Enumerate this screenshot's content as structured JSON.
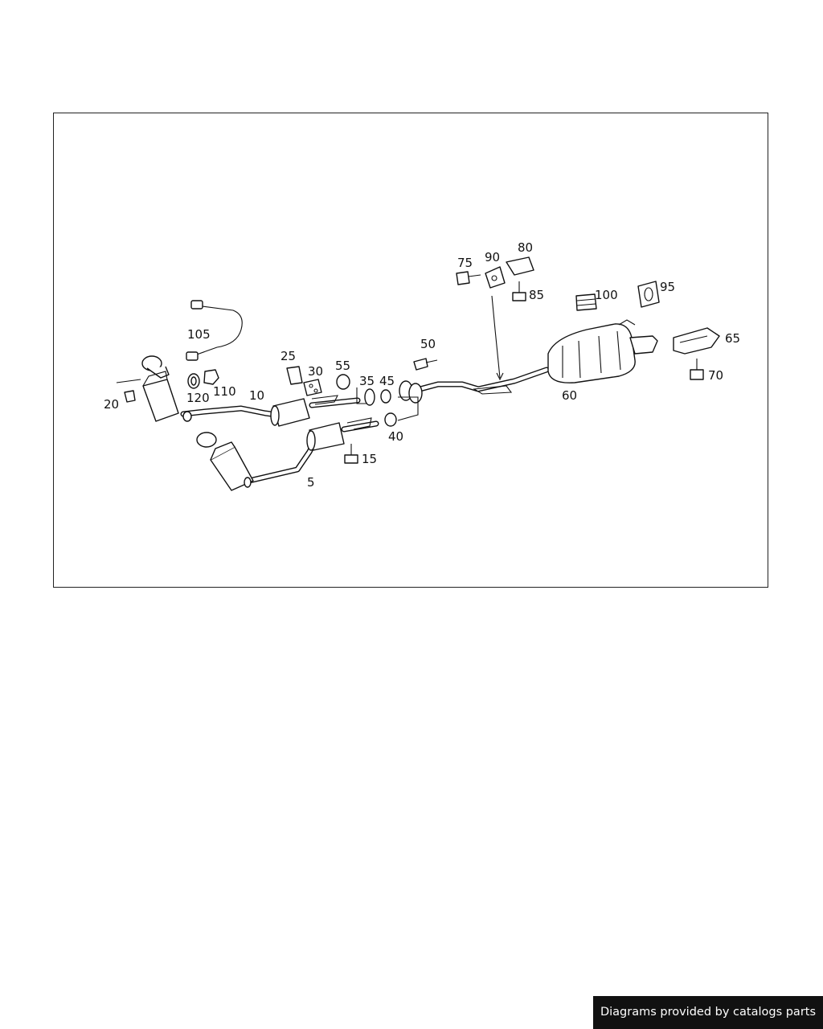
{
  "diagram": {
    "part_labels": [
      "5",
      "10",
      "15",
      "20",
      "25",
      "30",
      "35",
      "40",
      "45",
      "50",
      "55",
      "60",
      "65",
      "70",
      "75",
      "80",
      "85",
      "90",
      "95",
      "100",
      "105",
      "110",
      "120"
    ]
  },
  "footer": {
    "text": "Diagrams provided by catalogs parts"
  },
  "colors": {
    "line": "#111111",
    "background": "#ffffff",
    "banner_background": "#111111",
    "banner_text": "#ffffff"
  }
}
